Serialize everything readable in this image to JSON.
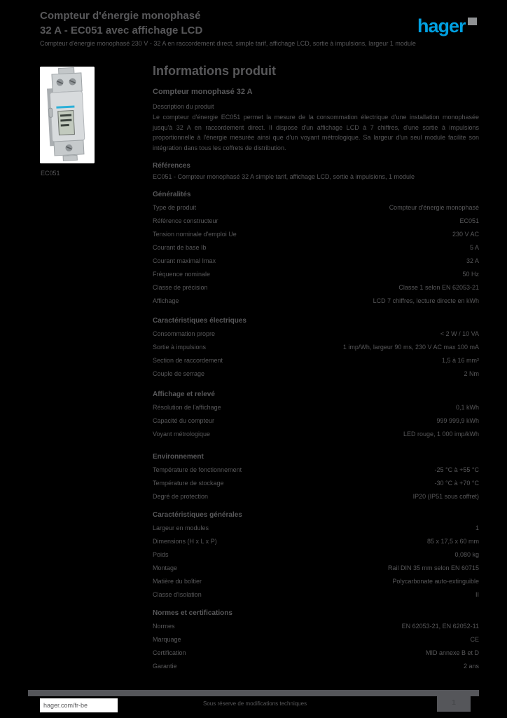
{
  "colors": {
    "background": "#000000",
    "text": "#58585a",
    "accent_blue": "#00a0e1",
    "panel_white": "#ffffff",
    "footer_box": "#55565a"
  },
  "header": {
    "title_line1": "Compteur d'énergie monophasé",
    "title_line2": "32 A - EC051 avec affichage LCD",
    "description": "Compteur d'énergie monophasé 230 V - 32 A en raccordement direct, simple tarif, affichage LCD, sortie à impulsions, largeur 1 module"
  },
  "logo": {
    "text": "hager",
    "mark": "gray-square"
  },
  "product": {
    "caption": "EC051",
    "image": "din-rail-energy-meter-illustration"
  },
  "main": {
    "heading": "Informations produit",
    "subheading": "Compteur monophasé 32 A",
    "category": "Description du produit",
    "paragraph": "Le compteur d'énergie EC051 permet la mesure de la consommation électrique d'une installation monophasée jusqu'à 32 A en raccordement direct. Il dispose d'un affichage LCD à 7 chiffres, d'une sortie à impulsions proportionnelle à l'énergie mesurée ainsi que d'un voyant métrologique. Sa largeur d'un seul module facilite son intégration dans tous les coffrets de distribution.",
    "sections": [
      {
        "title": "Références",
        "rows": [
          {
            "text": "EC051 - Compteur monophasé 32 A simple tarif, affichage LCD, sortie à impulsions, 1 module"
          }
        ]
      },
      {
        "title": "Généralités",
        "rows": [
          {
            "label": "Type de produit",
            "value": "Compteur d'énergie monophasé"
          },
          {
            "label": "Référence constructeur",
            "value": "EC051"
          },
          {
            "label": "Tension nominale d'emploi Ue",
            "value": "230 V AC"
          },
          {
            "label": "Courant de base Ib",
            "value": "5 A"
          },
          {
            "label": "Courant maximal Imax",
            "value": "32 A"
          },
          {
            "label": "Fréquence nominale",
            "value": "50 Hz"
          },
          {
            "label": "Classe de précision",
            "value": "Classe 1 selon EN 62053-21"
          },
          {
            "label": "Affichage",
            "value": "LCD 7 chiffres, lecture directe en kWh"
          }
        ]
      },
      {
        "title": "Caractéristiques électriques",
        "rows": [
          {
            "label": "Consommation propre",
            "value": "< 2 W / 10 VA"
          },
          {
            "label": "Sortie à impulsions",
            "value": "1 imp/Wh, largeur 90 ms, 230 V AC max 100 mA"
          },
          {
            "label": "Section de raccordement",
            "value": "1,5 à 16 mm²"
          },
          {
            "label": "Couple de serrage",
            "value": "2 Nm"
          }
        ]
      },
      {
        "title": "Affichage et relevé",
        "rows": [
          {
            "label": "Résolution de l'affichage",
            "value": "0,1 kWh"
          },
          {
            "label": "Capacité du compteur",
            "value": "999 999,9 kWh"
          },
          {
            "label": "Voyant métrologique",
            "value": "LED rouge, 1 000 imp/kWh"
          }
        ]
      },
      {
        "title": "Environnement",
        "rows": [
          {
            "label": "Température de fonctionnement",
            "value": "-25 °C à +55 °C"
          },
          {
            "label": "Température de stockage",
            "value": "-30 °C à +70 °C"
          },
          {
            "label": "Degré de protection",
            "value": "IP20 (IP51 sous coffret)"
          }
        ]
      },
      {
        "title": "Caractéristiques générales",
        "rows": [
          {
            "label": "Largeur en modules",
            "value": "1"
          },
          {
            "label": "Dimensions (H x L x P)",
            "value": "85 x 17,5 x 60 mm"
          },
          {
            "label": "Poids",
            "value": "0,080 kg"
          },
          {
            "label": "Montage",
            "value": "Rail DIN 35 mm selon EN 60715"
          },
          {
            "label": "Matière du boîtier",
            "value": "Polycarbonate auto-extinguible"
          },
          {
            "label": "Classe d'isolation",
            "value": "II"
          }
        ]
      },
      {
        "title": "Normes et certifications",
        "rows": [
          {
            "label": "Normes",
            "value": "EN 62053-21, EN 62052-11"
          },
          {
            "label": "Marquage",
            "value": "CE"
          },
          {
            "label": "Certification",
            "value": "MID annexe B et D"
          },
          {
            "label": "Garantie",
            "value": "2 ans"
          }
        ]
      }
    ]
  },
  "footer": {
    "link": "hager.com/fr-be",
    "note": "Sous réserve de modifications techniques",
    "page": "1"
  }
}
